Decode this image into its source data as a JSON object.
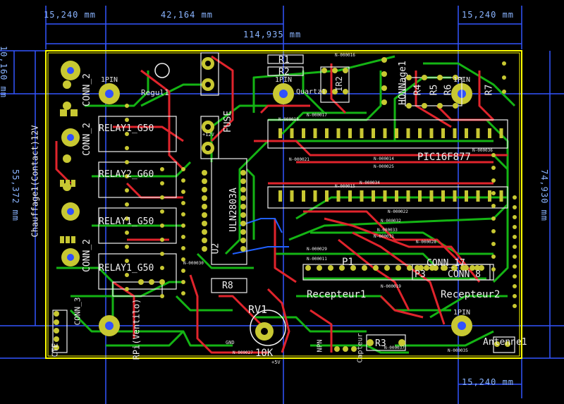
{
  "dimensions": {
    "top_left": "15,240 mm",
    "top_mid": "42,164 mm",
    "top_right": "15,240 mm",
    "board_width": "114,935 mm",
    "left_small": "10,160 mm",
    "left_height": "55,372 mm",
    "right_height": "74,930 mm",
    "bottom_right": "15,240 mm"
  },
  "components": {
    "conn2_top": "CONN_2",
    "conn2_mid": "CONN_2",
    "conn2_bot": "CONN_2",
    "relay1": "RELAY1_G50",
    "relay2": "RELAY2_G60",
    "relay3": "RELAY1_G50",
    "relay4": "RELAY1_G50",
    "regul": "Regul1",
    "fuse": "FUSE",
    "resistors_top": "R1",
    "resistors_top2": "R2",
    "r1_label": "R1",
    "r2_label": "R2",
    "ir2": "IR2",
    "quartz": "Quartz1",
    "honnage": "HONNage1",
    "r4": "R4",
    "r5": "R5",
    "r6": "R6",
    "r7": "R7",
    "pic": "PIC16F877",
    "u2": "U2",
    "uln": "ULN2803A",
    "r8": "R8",
    "rv1": "RV1",
    "k10": "10K",
    "p1": "P1",
    "conn7": "CONN_17",
    "p3": "P3",
    "conn8": "CONN_8",
    "recepteur1": "Recepteur1",
    "recepteur2": "Recepteur2",
    "antenne": "Antenne1",
    "r3": "R3",
    "npn": "NPN",
    "capteur": "Capteur",
    "chauffage": "Chauffage1(Contact)12V",
    "ventilo": "RPi(Ventilo)",
    "rpi": "RPi",
    "conn3": "CONN_3",
    "conn2_b": "CONN_2",
    "cte": "CTE",
    "one_pin": "1PIN",
    "plus12v": "+12V",
    "gnd": "GND",
    "plus5v": "+5V"
  },
  "nets": [
    "N-000016",
    "N-000017",
    "N-000018",
    "N-000014",
    "N-000025",
    "N-000034",
    "N-000015",
    "N-000022",
    "N-000032",
    "N-000033",
    "N-000028",
    "N-000029",
    "N-000011",
    "N-000031",
    "N-000019",
    "N-000037",
    "N-000035",
    "N-000030",
    "N-000036",
    "N-000027",
    "N-000021"
  ],
  "colors": {
    "background": "#000000",
    "outline": "#ffff00",
    "dim_line": "#3355ff",
    "copper_top": "#e0242c",
    "copper_bottom": "#14b414",
    "pad": "#c8c832",
    "silk": "#f0f0f0"
  }
}
